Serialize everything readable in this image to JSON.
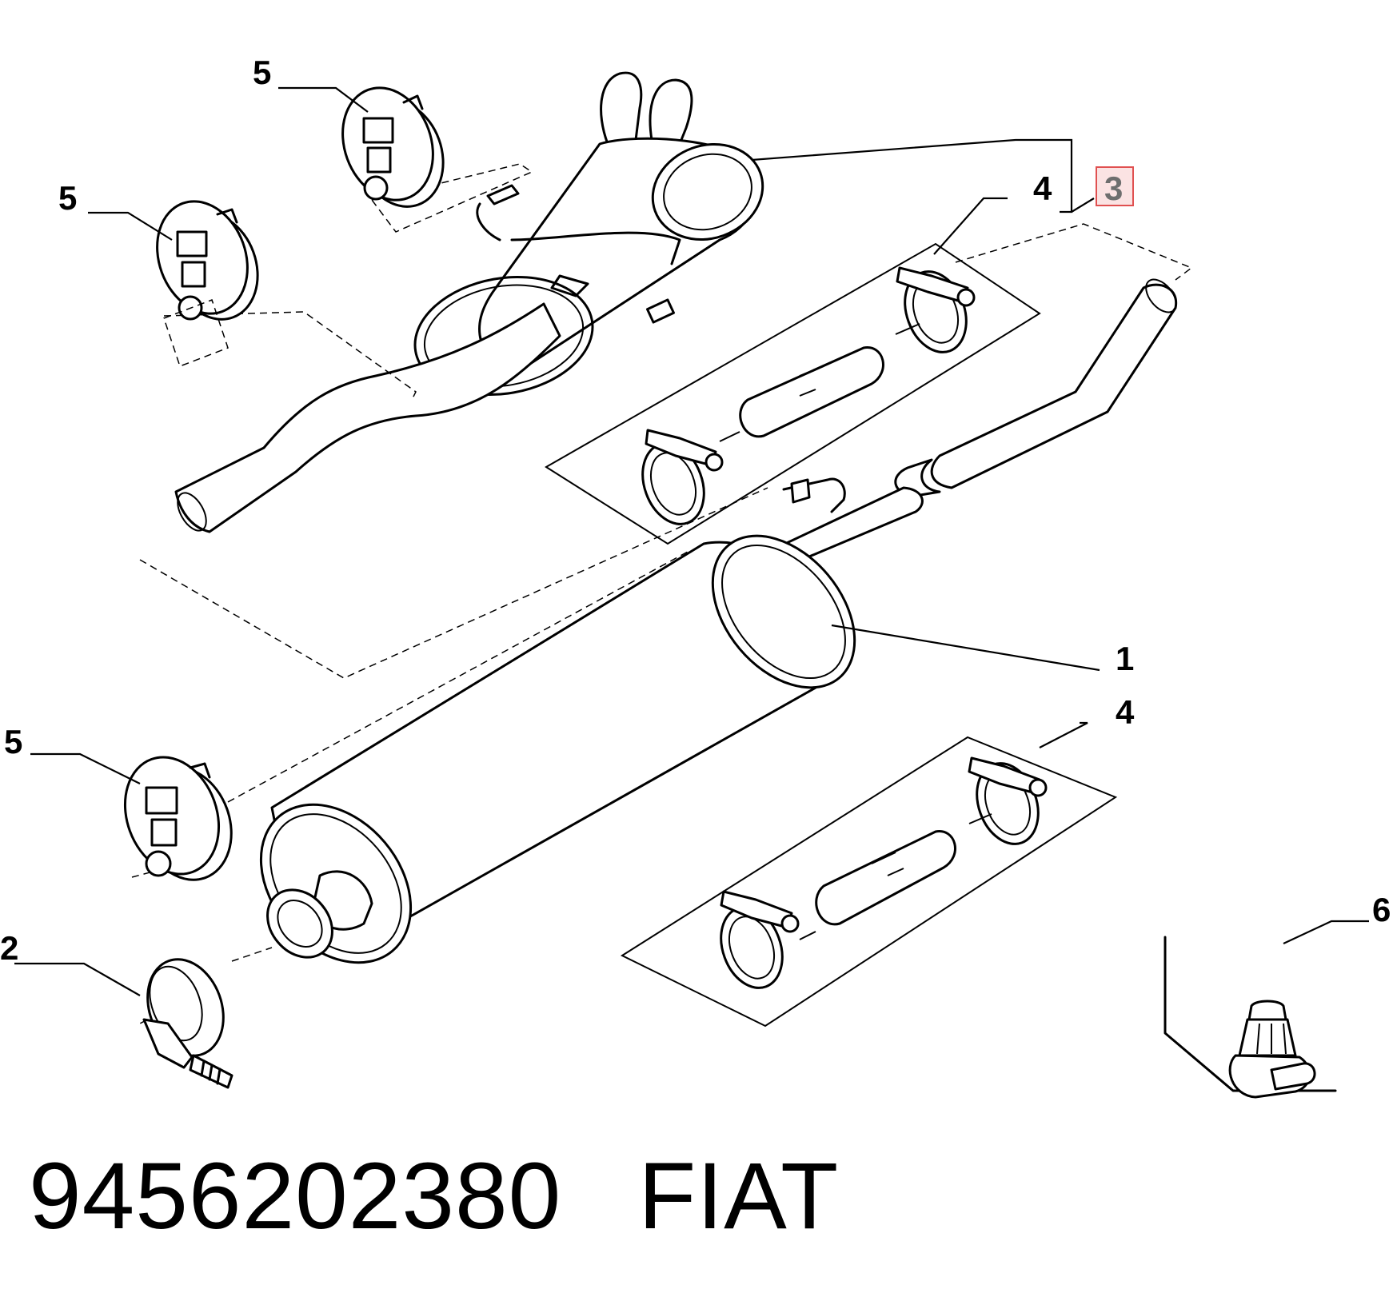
{
  "callouts": {
    "c1": "1",
    "c2": "2",
    "c3": "3",
    "c4a": "4",
    "c4b": "4",
    "c5a": "5",
    "c5b": "5",
    "c5c": "5",
    "c6": "6"
  },
  "highlighted_callout": "3",
  "highlight_color": "#e05050",
  "footer": {
    "part_number": "9456202380",
    "brand": "FIAT"
  }
}
